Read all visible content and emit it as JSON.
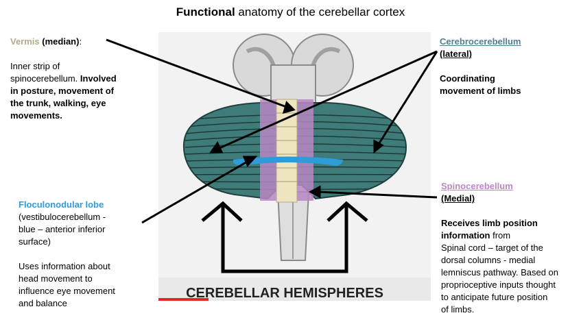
{
  "title": {
    "bold": "Functional",
    "rest": " anatomy of the cerebellar cortex"
  },
  "colors": {
    "vermis": "#b3aa89",
    "cerebro": "#4f7f8a",
    "floc": "#2f9bd8",
    "spino": "#b887c4",
    "hemisphere": "#3f7b78",
    "bar": "#e3252c"
  },
  "vermis": {
    "name": "Vermis",
    "qualifier": " (median)",
    "colon": ":",
    "line1": "Inner strip of",
    "line2_plain": "spinocerebellum.",
    "line2_bold": " Involved",
    "line3": "in posture, movement of",
    "line4": "the trunk, walking, eye",
    "line5": "movements."
  },
  "flocculonodular": {
    "name": "Floculonodular lobe",
    "line1": "(vestibulocerebellum -",
    "line2": "blue – anterior inferior",
    "line3": "surface)",
    "line4": "Uses information about",
    "line5": "head movement to",
    "line6": "influence eye movement",
    "line7": "and balance"
  },
  "cerebrocerebellum": {
    "name": "Cerebrocerebellum",
    "qualifier": "(lateral)",
    "line1": "Coordinating",
    "line2": "movement of limbs"
  },
  "spinocerebellum": {
    "name": "Spinocerebellum",
    "qualifier": "(Medial)",
    "line1": "Receives limb position",
    "line2_bold": "information",
    "line2_plain": " from",
    "line3": "Spinal cord – target of the",
    "line4": "dorsal columns - medial",
    "line5": "lemniscus pathway. Based on",
    "line6": "proprioceptive inputs thought",
    "line7": "to anticipate future position",
    "line8": "of limbs."
  },
  "figure_caption": "CEREBELLAR HEMISPHERES"
}
